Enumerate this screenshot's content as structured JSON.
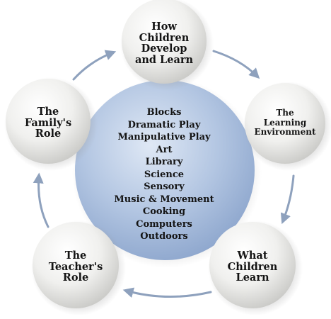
{
  "center": {
    "items": [
      "Blocks",
      "Dramatic Play",
      "Manipulative Play",
      "Art",
      "Library",
      "Science",
      "Sensory",
      "Music & Movement",
      "Cooking",
      "Computers",
      "Outdoors"
    ]
  },
  "nodes": {
    "how_children_develop": [
      "How",
      "Children",
      "Develop",
      "and Learn"
    ],
    "learning_environment": [
      "The",
      "Learning",
      "Environment"
    ],
    "what_children_learn": [
      "What",
      "Children",
      "Learn"
    ],
    "teachers_role": [
      "The",
      "Teacher's",
      "Role"
    ],
    "familys_role": [
      "The",
      "Family's",
      "Role"
    ]
  },
  "colors": {
    "center_fill": "#aec2e0",
    "node_fill": "#f3f3f1",
    "arrow": "#8ea1bd",
    "text": "#141414"
  }
}
